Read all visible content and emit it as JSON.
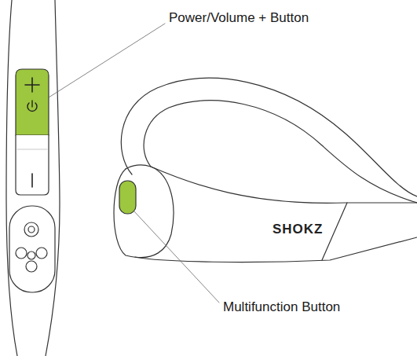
{
  "diagram": {
    "labels": [
      "Power/Volume + Button",
      "Multifunction Button",
      "SHOKZ"
    ]
  }
}
